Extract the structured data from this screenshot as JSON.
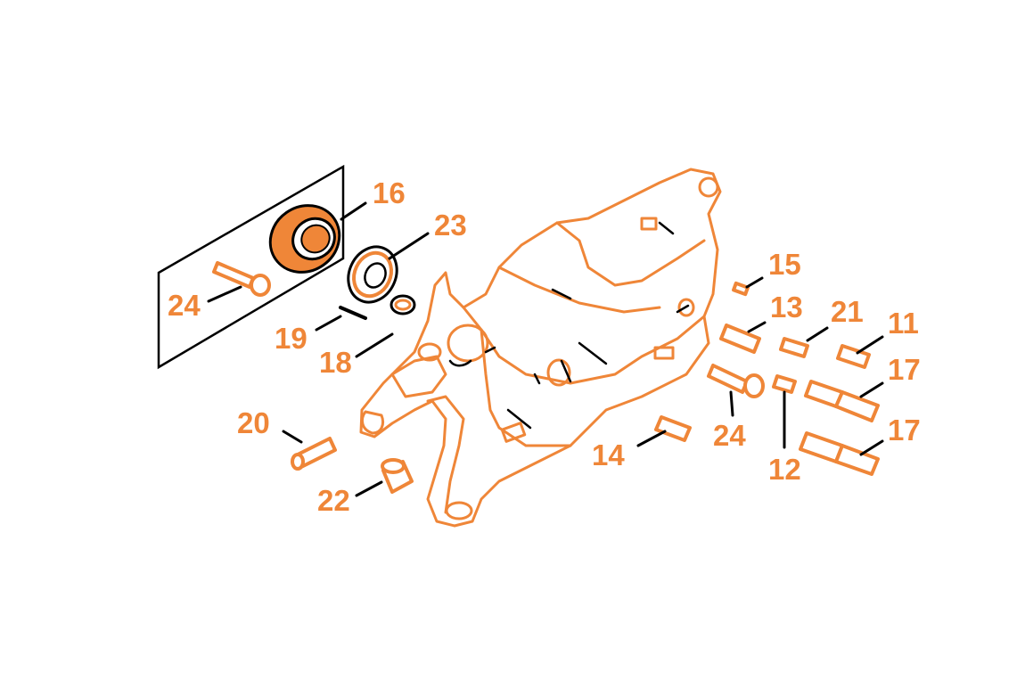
{
  "colors": {
    "accent": "#EF8638",
    "line": "#000000",
    "background": "#ffffff"
  },
  "callouts": [
    {
      "id": "c16a",
      "number": "16"
    },
    {
      "id": "c23",
      "number": "23"
    },
    {
      "id": "c24a",
      "number": "24"
    },
    {
      "id": "c19",
      "number": "19"
    },
    {
      "id": "c18",
      "number": "18"
    },
    {
      "id": "c20",
      "number": "20"
    },
    {
      "id": "c22",
      "number": "22"
    },
    {
      "id": "c15",
      "number": "15"
    },
    {
      "id": "c13",
      "number": "13"
    },
    {
      "id": "c21",
      "number": "21"
    },
    {
      "id": "c11",
      "number": "11"
    },
    {
      "id": "c17a",
      "number": "17"
    },
    {
      "id": "c17b",
      "number": "17"
    },
    {
      "id": "c24b",
      "number": "24"
    },
    {
      "id": "c14",
      "number": "14"
    },
    {
      "id": "c12",
      "number": "12"
    }
  ]
}
